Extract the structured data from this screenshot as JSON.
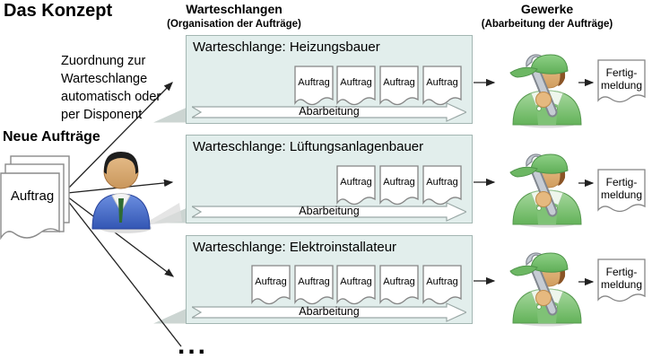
{
  "title": "Das Konzept",
  "headers": {
    "queues": {
      "line1": "Warteschlangen",
      "line2": "(Organisation der Aufträge)"
    },
    "trades": {
      "line1": "Gewerke",
      "line2": "(Abarbeitung der Aufträge)"
    }
  },
  "annotation": "Zuordnung zur\nWarteschlange\nautomatisch oder\nper Disponent",
  "new_orders": {
    "label": "Neue Aufträge",
    "document_label": "Auftrag"
  },
  "queues": [
    {
      "title": "Warteschlange: Heizungsbauer",
      "orders": [
        "Auftrag",
        "Auftrag",
        "Auftrag",
        "Auftrag"
      ],
      "process_label": "Abarbeitung",
      "result": "Fertig-\nmeldung"
    },
    {
      "title": "Warteschlange: Lüftungsanlagenbauer",
      "orders": [
        "Auftrag",
        "Auftrag",
        "Auftrag"
      ],
      "process_label": "Abarbeitung",
      "result": "Fertig-\nmeldung"
    },
    {
      "title": "Warteschlange: Elektroinstallateur",
      "orders": [
        "Auftrag",
        "Auftrag",
        "Auftrag",
        "Auftrag",
        "Auftrag"
      ],
      "process_label": "Abarbeitung",
      "result": "Fertig-\nmeldung"
    }
  ],
  "ellipsis": "...",
  "colors": {
    "queue_box_fill": "#e2eeec",
    "queue_box_border": "#a3b6b2",
    "worker_green": "#6cba62",
    "dispatcher_blue": "#3f63c2",
    "skin": "#e2b179",
    "line": "#222222"
  }
}
